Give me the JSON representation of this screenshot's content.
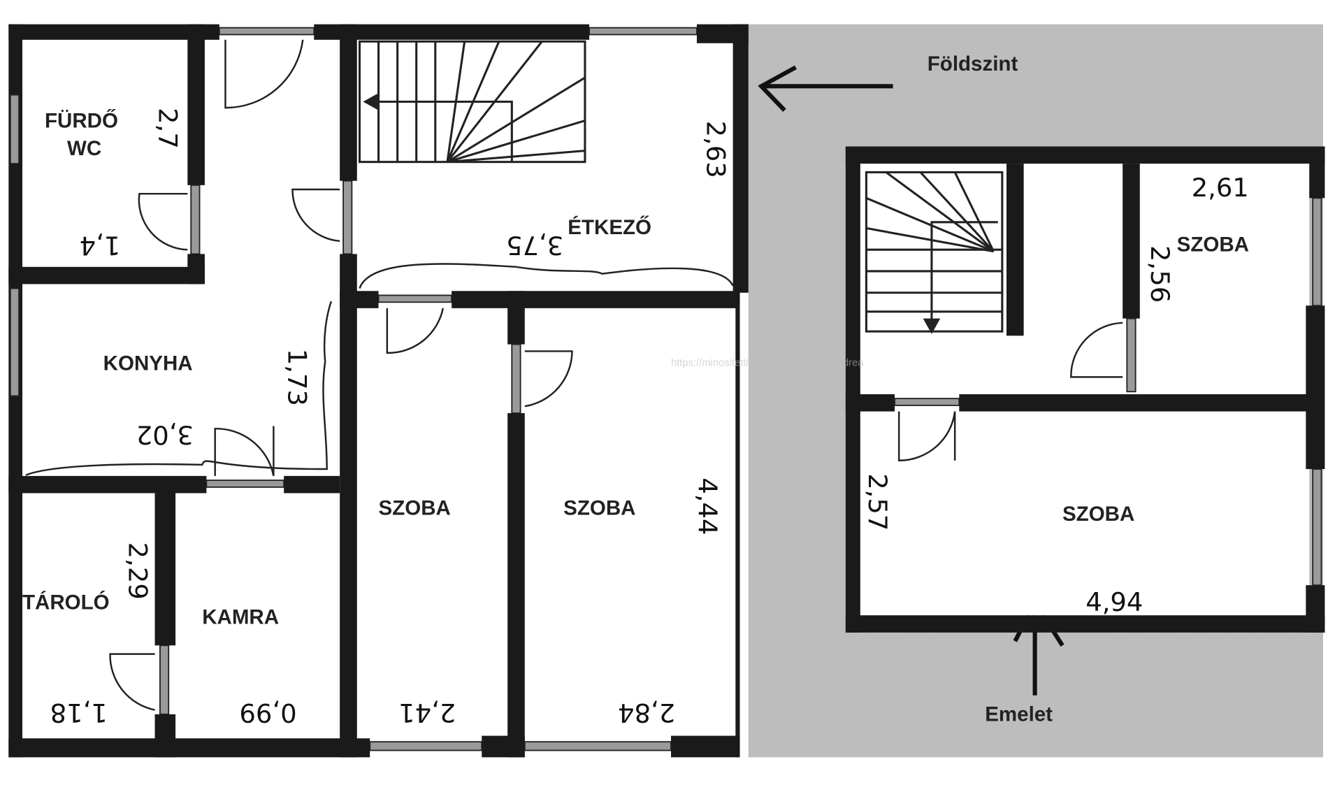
{
  "legend": {
    "ground_floor": "Földszint",
    "upper_floor": "Emelet"
  },
  "ground_floor_rooms": {
    "bathroom_line1": "FÜRDŐ",
    "bathroom_line2": "WC",
    "kitchen": "KONYHA",
    "dining": "ÉTKEZŐ",
    "room_a": "SZOBA",
    "room_b": "SZOBA",
    "storage": "TÁROLÓ",
    "pantry": "KAMRA"
  },
  "ground_floor_dimensions": {
    "bath_h": "2,7",
    "bath_w": "1,4",
    "dining_h": "2,63",
    "dining_w": "3,75",
    "kitchen_h": "1,73",
    "kitchen_w": "3,02",
    "storage_h": "2,29",
    "storage_w": "1,18",
    "pantry_w": "0,99",
    "room_a_w": "2,41",
    "room_b_w": "2,84",
    "room_b_h": "4,44"
  },
  "upper_floor_rooms": {
    "room_small": "SZOBA",
    "room_large": "SZOBA"
  },
  "upper_floor_dimensions": {
    "small_w": "2,61",
    "small_h": "2,56",
    "large_h": "2,57",
    "large_w": "4,94"
  },
  "watermark": "https://minositettingatlanok.hu/kiss-andrea"
}
